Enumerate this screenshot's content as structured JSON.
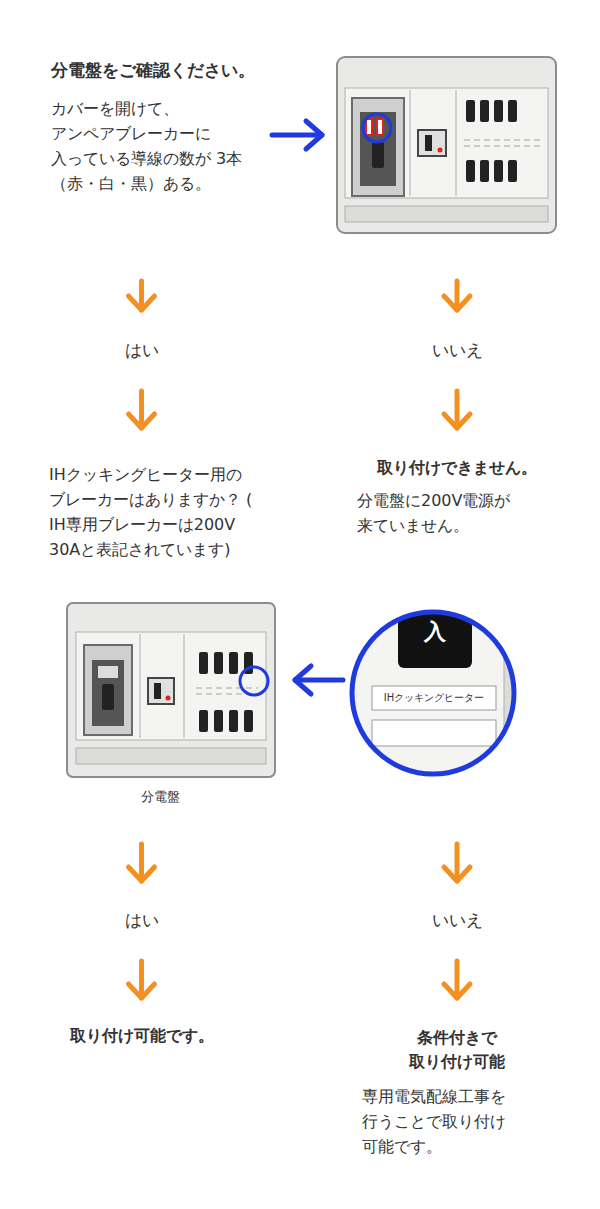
{
  "diagram": {
    "nodes": [
      {
        "text": [
          "分電盤をご確認ください。",
          "カバーを開けて、 アンペアブレーカーに 入っている導線の数が 3本（赤・白・黒）ある。"
        ]
      },
      {
        "text": [
          "はい"
        ]
      },
      {
        "text": [
          "いいえ"
        ]
      },
      {
        "text": [
          "IHクッキングヒーター用の ブレーカーはありますか？ ( IH専用ブレーカーは200V 30Aと表記されています)"
        ]
      },
      {
        "text": [
          "取り付けできません。",
          "分電盤に200V電源が 来ていません。"
        ]
      },
      {
        "text": [
          "はい"
        ]
      },
      {
        "text": [
          "いいえ"
        ]
      },
      {
        "text": [
          "取り付け可能です。"
        ]
      },
      {
        "text": [
          "条件付きで 取り付け可能",
          "専用電気配線工事を 行うことで取り付け 可能です。"
        ]
      }
    ],
    "edges": [
      {
        "from": 0,
        "to": 1,
        "arrow": "to"
      },
      {
        "from": 0,
        "to": 2,
        "arrow": "to"
      },
      {
        "from": 1,
        "to": 3,
        "arrow": "to"
      },
      {
        "from": 2,
        "to": 4,
        "arrow": "to"
      },
      {
        "from": 3,
        "to": 5,
        "arrow": "to"
      },
      {
        "from": 3,
        "to": 6,
        "arrow": "to"
      },
      {
        "from": 5,
        "to": 7,
        "arrow": "to"
      },
      {
        "from": 6,
        "to": 8,
        "arrow": "to"
      }
    ],
    "labels": [
      "分電盤",
      "入",
      "IHクッキングヒーター"
    ]
  }
}
